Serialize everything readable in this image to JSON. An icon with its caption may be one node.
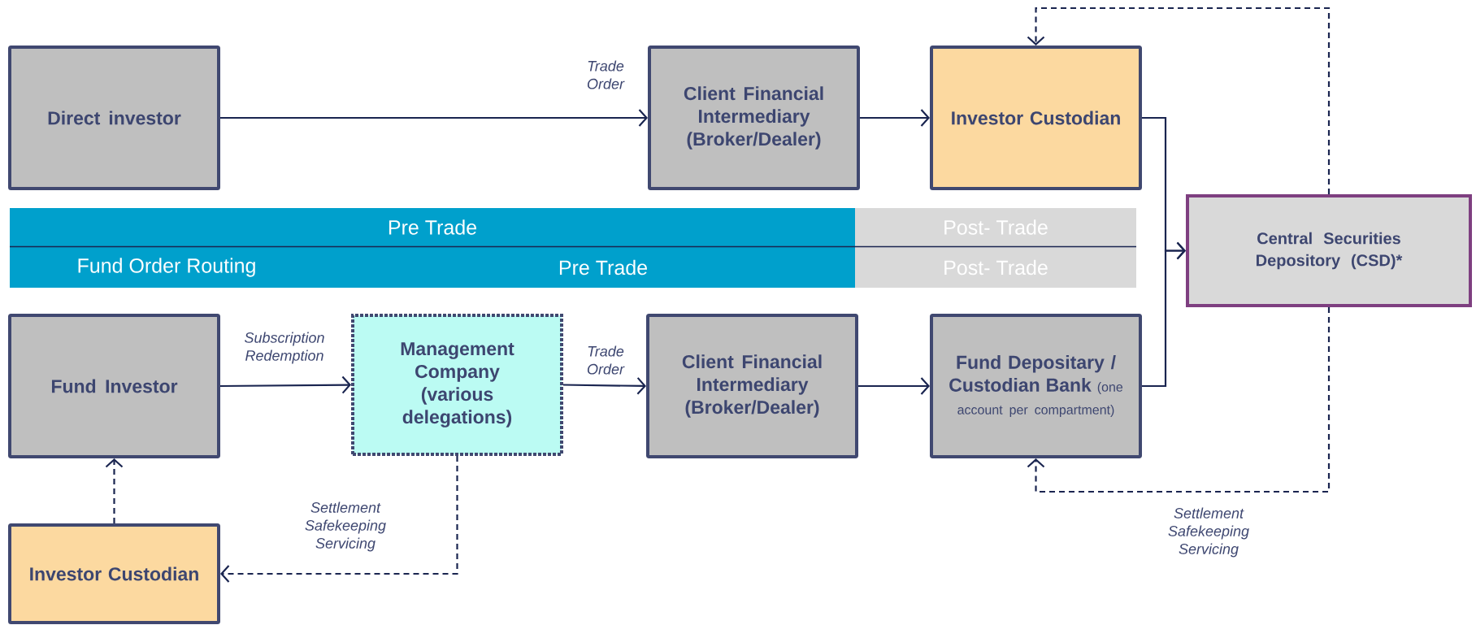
{
  "diagram": {
    "nodes": [
      {
        "text": [
          "Direct investor"
        ]
      },
      {
        "text": [
          "Client Financial Intermediary (Broker/Dealer)"
        ]
      },
      {
        "text": [
          "Investor Custodian"
        ]
      },
      {
        "text": [
          "Pre Trade"
        ]
      },
      {
        "text": [
          "Post- Trade"
        ]
      },
      {
        "text": [
          "Central Securities Depository (CSD)*"
        ]
      },
      {
        "text": [
          "Fund Order Routing",
          "Pre Trade"
        ]
      },
      {
        "text": [
          "Post- Trade"
        ]
      },
      {
        "text": [
          "Fund Investor"
        ]
      },
      {
        "text": [
          "Management Company (various delegations)"
        ]
      },
      {
        "text": [
          "Client Financial Intermediary (Broker/Dealer)"
        ]
      },
      {
        "text": [
          "Fund Depositary / Custodian Bank",
          "(one account per compartment)"
        ]
      },
      {
        "text": [
          "Investor Custodian"
        ]
      }
    ],
    "edges": [
      {
        "from": 0,
        "to": 1,
        "arrow": "to",
        "label": "Trade Order"
      },
      {
        "from": 1,
        "to": 2,
        "arrow": "to"
      },
      {
        "from": 2,
        "to": 5,
        "arrow": "to"
      },
      {
        "from": 5,
        "to": 2,
        "arrow": "to",
        "style": "dashed"
      },
      {
        "from": 5,
        "to": 11,
        "arrow": "to",
        "style": "dashed",
        "label": "Settlement Safekeeping Servicing"
      },
      {
        "from": 8,
        "to": 9,
        "arrow": "to",
        "label": "Subscription Redemption"
      },
      {
        "from": 9,
        "to": 10,
        "arrow": "to",
        "label": "Trade Order"
      },
      {
        "from": 10,
        "to": 11,
        "arrow": "to"
      },
      {
        "from": 11,
        "to": 5,
        "arrow": "to"
      },
      {
        "from": 12,
        "to": 8,
        "arrow": "to",
        "style": "dashed"
      },
      {
        "from": 9,
        "to": 12,
        "arrow": "to",
        "style": "dashed",
        "label": "Settlement Safekeeping Servicing"
      }
    ]
  }
}
